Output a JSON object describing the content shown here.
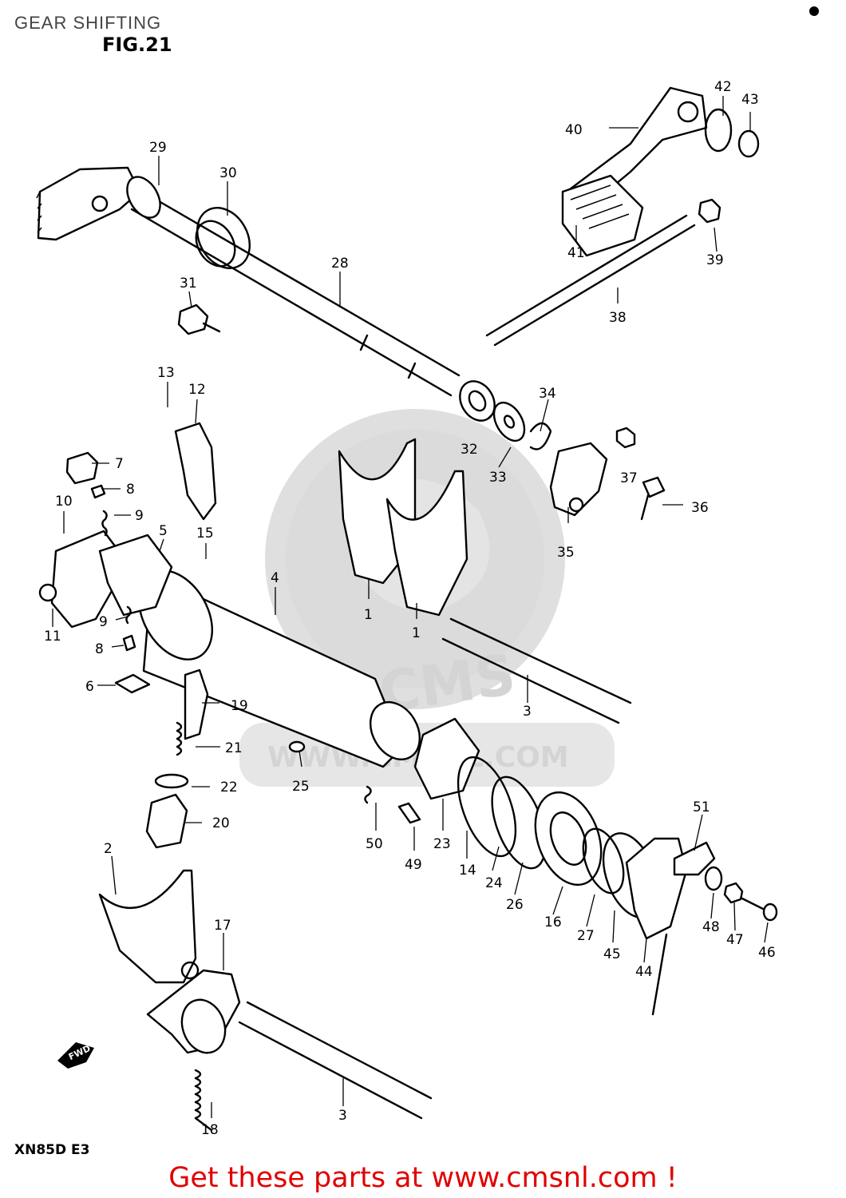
{
  "header": {
    "title": "GEAR SHIFTING",
    "figure_label": "FIG.21"
  },
  "diagram": {
    "part_numbers": [
      "1",
      "1",
      "2",
      "3",
      "3",
      "4",
      "5",
      "6",
      "7",
      "8",
      "8",
      "9",
      "9",
      "10",
      "11",
      "12",
      "13",
      "14",
      "15",
      "16",
      "17",
      "18",
      "19",
      "20",
      "21",
      "22",
      "23",
      "24",
      "25",
      "26",
      "27",
      "28",
      "29",
      "30",
      "31",
      "32",
      "33",
      "34",
      "35",
      "36",
      "37",
      "38",
      "39",
      "40",
      "41",
      "42",
      "43",
      "44",
      "45",
      "46",
      "47",
      "48",
      "49",
      "50",
      "51"
    ],
    "direction_marker": "FWD",
    "watermark_text": "WWW.CMSNL.COM",
    "watermark_logo": "CMS"
  },
  "footer": {
    "model_code": "XN85D  E3",
    "cta_text": "Get these parts at www.cmsnl.com !",
    "cta_color": "#e10000"
  }
}
